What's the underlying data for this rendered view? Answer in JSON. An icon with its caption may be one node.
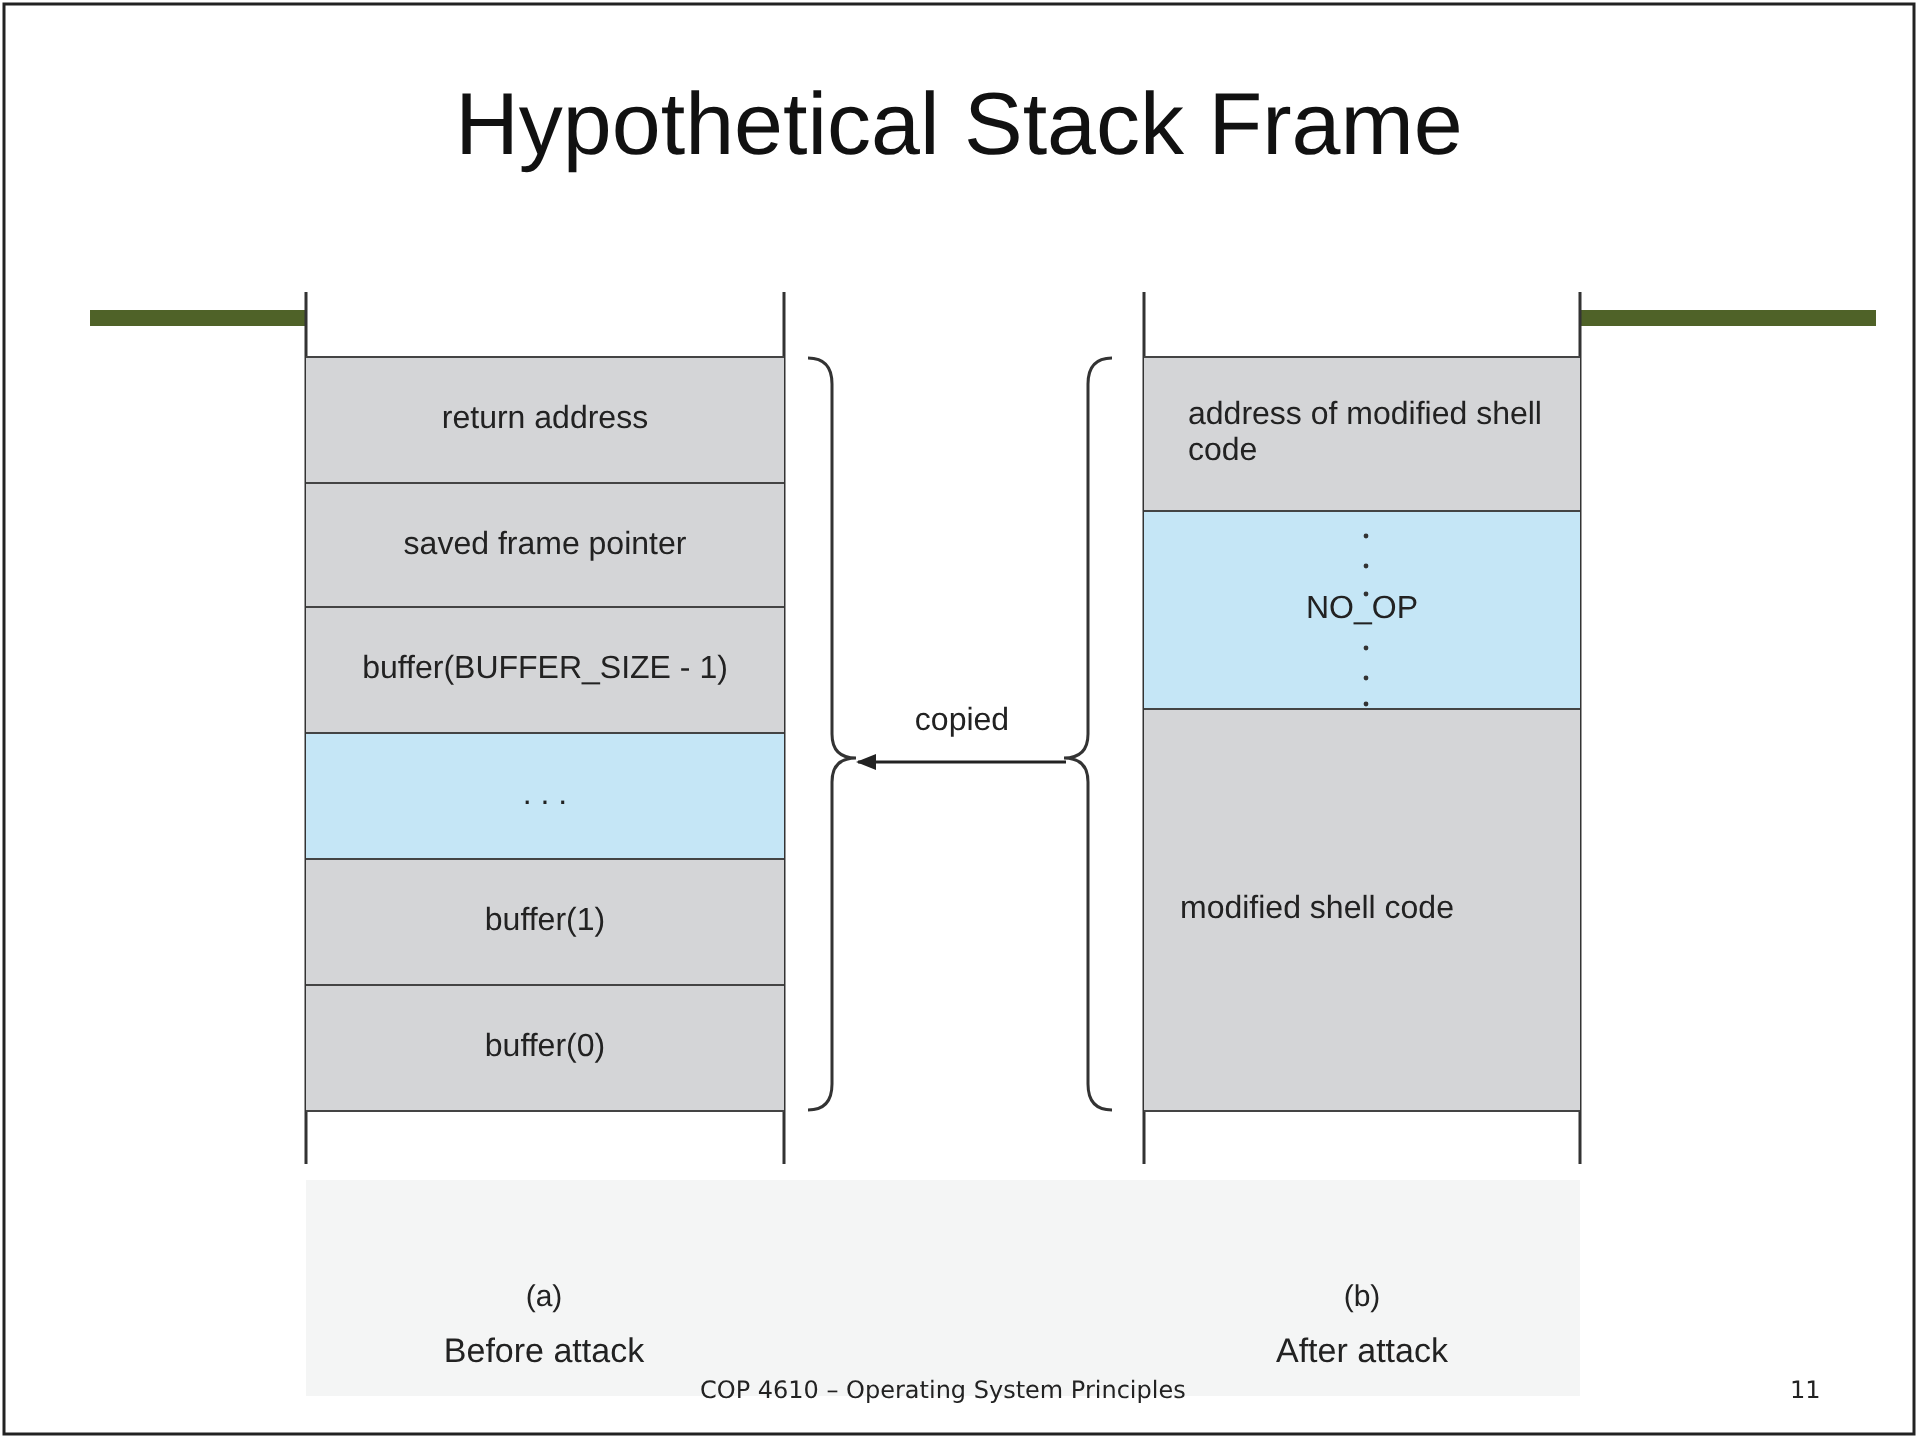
{
  "diagram": {
    "title": "Hypothetical Stack Frame",
    "nodes": [
      {
        "text": [
          "return address"
        ]
      },
      {
        "text": [
          "saved frame pointer"
        ]
      },
      {
        "text": [
          "buffer(BUFFER_SIZE - 1)"
        ]
      },
      {
        "text": [
          ". . ."
        ]
      },
      {
        "text": [
          "buffer(1)"
        ]
      },
      {
        "text": [
          "buffer(0)"
        ]
      },
      {
        "text": [
          "address of modified shell code"
        ]
      },
      {
        "text": [
          "NO_OP"
        ]
      },
      {
        "text": [
          "modified shell code"
        ]
      },
      {
        "text": [],
        "shape": "brace"
      },
      {
        "text": [],
        "shape": "brace"
      }
    ],
    "edges": [
      {
        "from": 10,
        "to": 9,
        "arrow": "to",
        "label": "copied"
      }
    ],
    "labels": [
      "(a)",
      "Before attack",
      "(b)",
      "After attack",
      "COP 4610 – Operating System Principles",
      "11"
    ]
  }
}
